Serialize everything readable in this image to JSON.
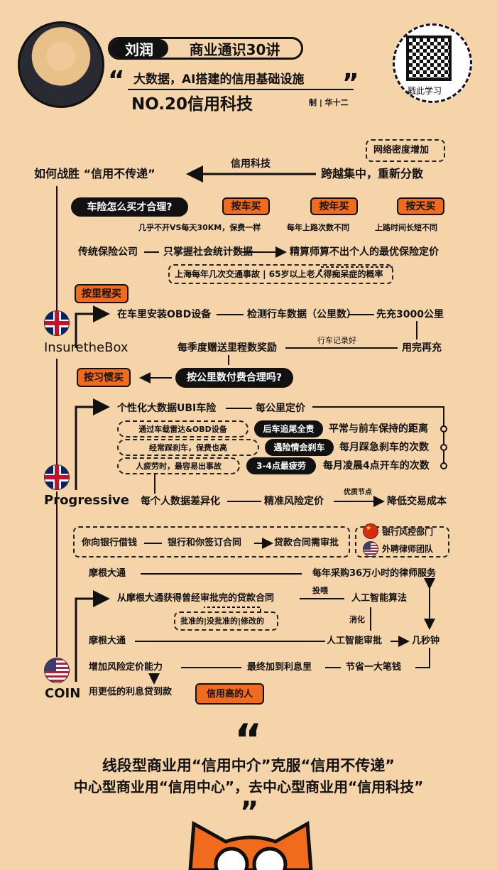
{
  "header": {
    "author": "刘润",
    "series": "商业通识30讲",
    "subtitle": "大数据，AI搭建的信用基础设施",
    "open_quote": "“",
    "close_quote": "”",
    "episode": "NO.20信用科技",
    "credit": "制 | 华十二",
    "qr_label": "戳此学习"
  },
  "top": {
    "note": "网络密度增加",
    "left": "如何战胜 “信用不传递”",
    "arrow_label": "信用科技",
    "right": "跨越集中，重新分散"
  },
  "question": {
    "label": "车险怎么买才合理?",
    "options": [
      {
        "label": "按车买",
        "desc": "几乎不开VS每天30KM，保费一样"
      },
      {
        "label": "按年买",
        "desc": "每年上路次数不同"
      },
      {
        "label": "按天买",
        "desc": "上路时间长短不同"
      }
    ]
  },
  "traditional": {
    "steps": [
      "传统保险公司",
      "只掌握社会统计数据",
      "精算师算不出个人的最优保险定价"
    ],
    "note": "上海每年几次交通事故 | 65岁以上老人得痴呆症的概率"
  },
  "insurethebox": {
    "name": "InsuretheBox",
    "tag": "按里程买",
    "steps": [
      "在车里安装OBD设备",
      "检测行车数据（公里数）",
      "先充3000公里",
      "用完再充",
      "每季度赠送里程数奖励"
    ],
    "edge_label": "行车记录好",
    "question": "按公里数付费合理吗?",
    "next_tag": "按习惯买"
  },
  "progressive": {
    "name": "Progressive",
    "steps": [
      "个性化大数据UBI车险",
      "每公里定价"
    ],
    "rows": [
      {
        "note": "通过车载雷达&OBD设备",
        "tag": "后车追尾全责",
        "metric": "平常与前车保持的距离"
      },
      {
        "note": "经常踩刹车，保费也高",
        "tag": "遇险情会刹车",
        "metric": "每月踩急刹车的次数"
      },
      {
        "note": "人疲劳时，最容易出事故",
        "tag": "3-4点最疲劳",
        "metric": "每月凌晨4点开车的次数"
      }
    ],
    "chain": [
      "每个人数据差异化",
      "精准风险定价",
      "降低交易成本"
    ],
    "edge_label": "优质节点"
  },
  "coin": {
    "name": "COIN",
    "bank_flow": [
      "你向银行借钱",
      "银行和你签订合同",
      "贷款合同需审批"
    ],
    "reviewers": [
      "银行风控部门",
      "外聘律师团队"
    ],
    "jpm": "摩根大通",
    "jpm_service": "每年采购36万小时的律师服务",
    "source": "从摩根大通获得曾经审批完的贷款合同",
    "feed_label": "投喂",
    "ai_algo": "人工智能算法",
    "contract_types": "批准的|没批准的|修改的",
    "digest_label": "消化",
    "ai_review": "人工智能审批",
    "seconds": "几秒钟",
    "save": "节省一大笔钱",
    "interest": "最终加到利息里",
    "risk": "增加风险定价能力",
    "result": "用更低的利息贷到款",
    "who": "信用高的人"
  },
  "conclusion": {
    "open": "“",
    "close": "”",
    "line1": "线段型商业用“信用中介”克服“信用不传递”",
    "line2": "中心型商业用“信用中心”，去中心型商业用“信用科技”"
  },
  "colors": {
    "background": "#f6d4a9",
    "accent": "#f26a1b"
  }
}
